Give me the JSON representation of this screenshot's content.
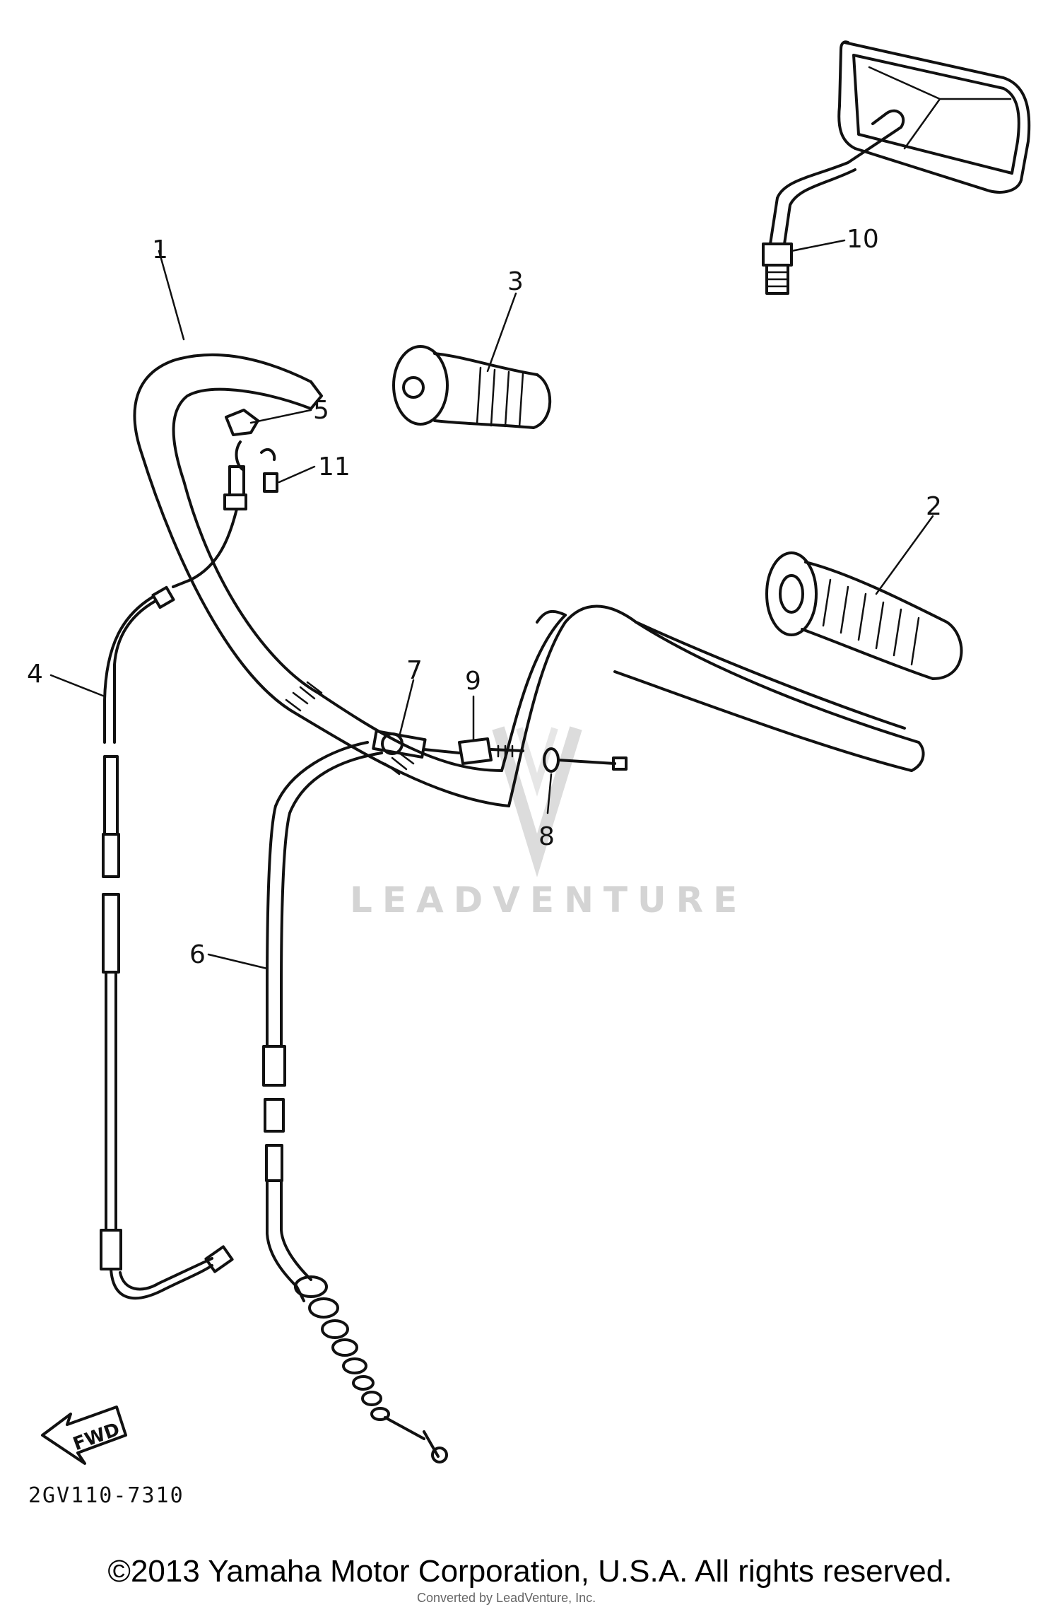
{
  "diagram": {
    "code": "2GV110-7310",
    "copyright": "©2013 Yamaha Motor Corporation, U.S.A. All rights reserved.",
    "faint_credit": "Converted by LeadVenture, Inc.",
    "watermark": "LEADVENTURE",
    "direction_label": "FWD",
    "callouts": [
      "1",
      "2",
      "3",
      "4",
      "5",
      "6",
      "7",
      "8",
      "9",
      "10",
      "11"
    ]
  }
}
